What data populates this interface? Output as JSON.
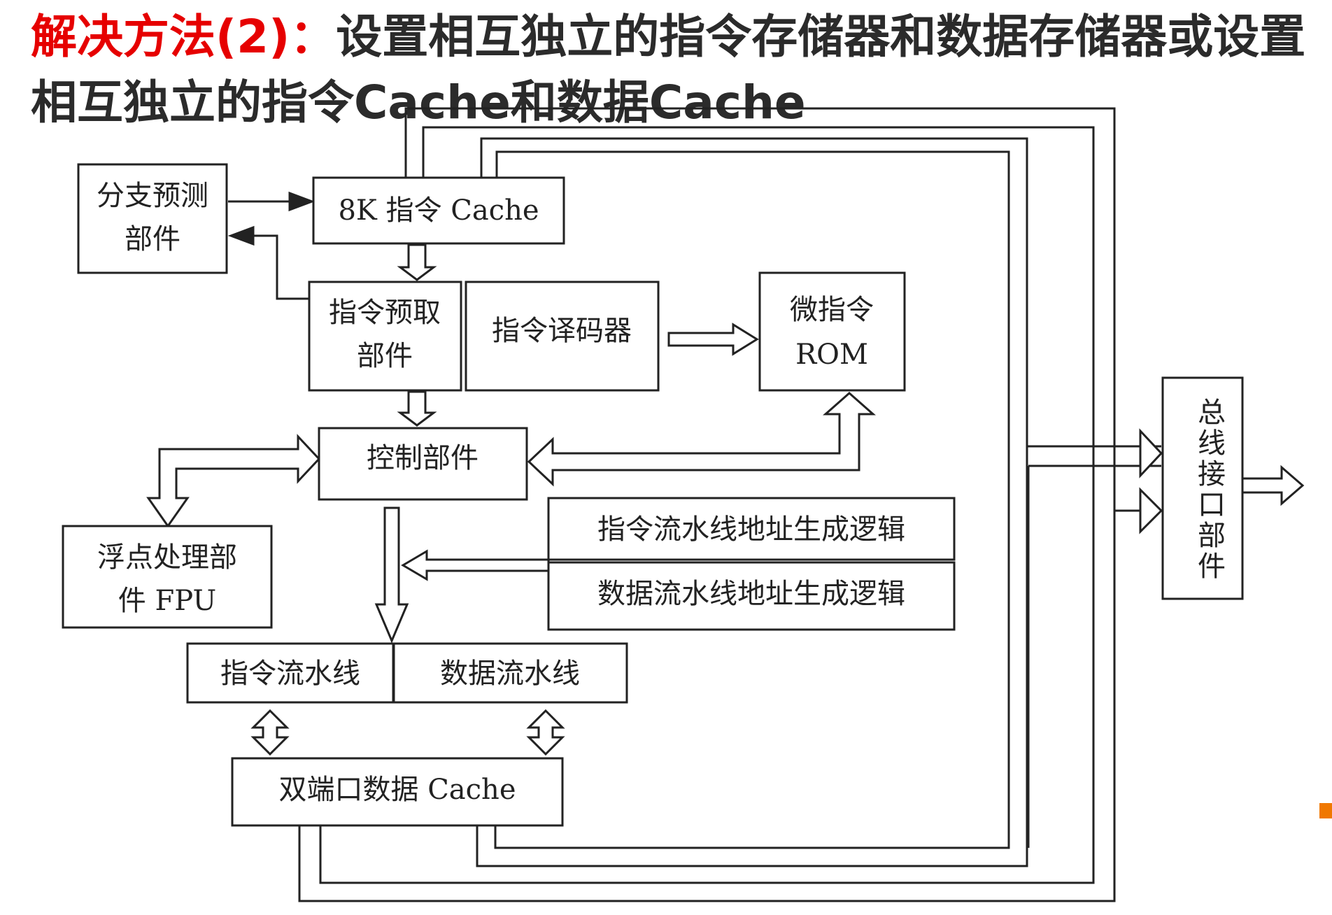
{
  "title": {
    "prefix": "解决方法(2)：",
    "text": "设置相互独立的指令存储器和数据存储器或设置相互独立的指令Cache和数据Cache"
  },
  "colors": {
    "accent": "#e60000",
    "ink": "#222222",
    "marker": "#f07800"
  },
  "boxes": {
    "branch_line1": "分支预测",
    "branch_line2": "部件",
    "icache": "8K 指令 Cache",
    "prefetch_line1": "指令预取",
    "prefetch_line2": "部件",
    "decoder": "指令译码器",
    "urom_line1": "微指令",
    "urom_line2": "ROM",
    "control": "控制部件",
    "fpu_line1": "浮点处理部",
    "fpu_line2": "件 FPU",
    "iaddr": "指令流水线地址生成逻辑",
    "daddr": "数据流水线地址生成逻辑",
    "ipipe": "指令流水线",
    "dpipe": "数据流水线",
    "dcache": "双端口数据 Cache",
    "bus": [
      "总",
      "线",
      "接",
      "口",
      "部",
      "件"
    ]
  }
}
